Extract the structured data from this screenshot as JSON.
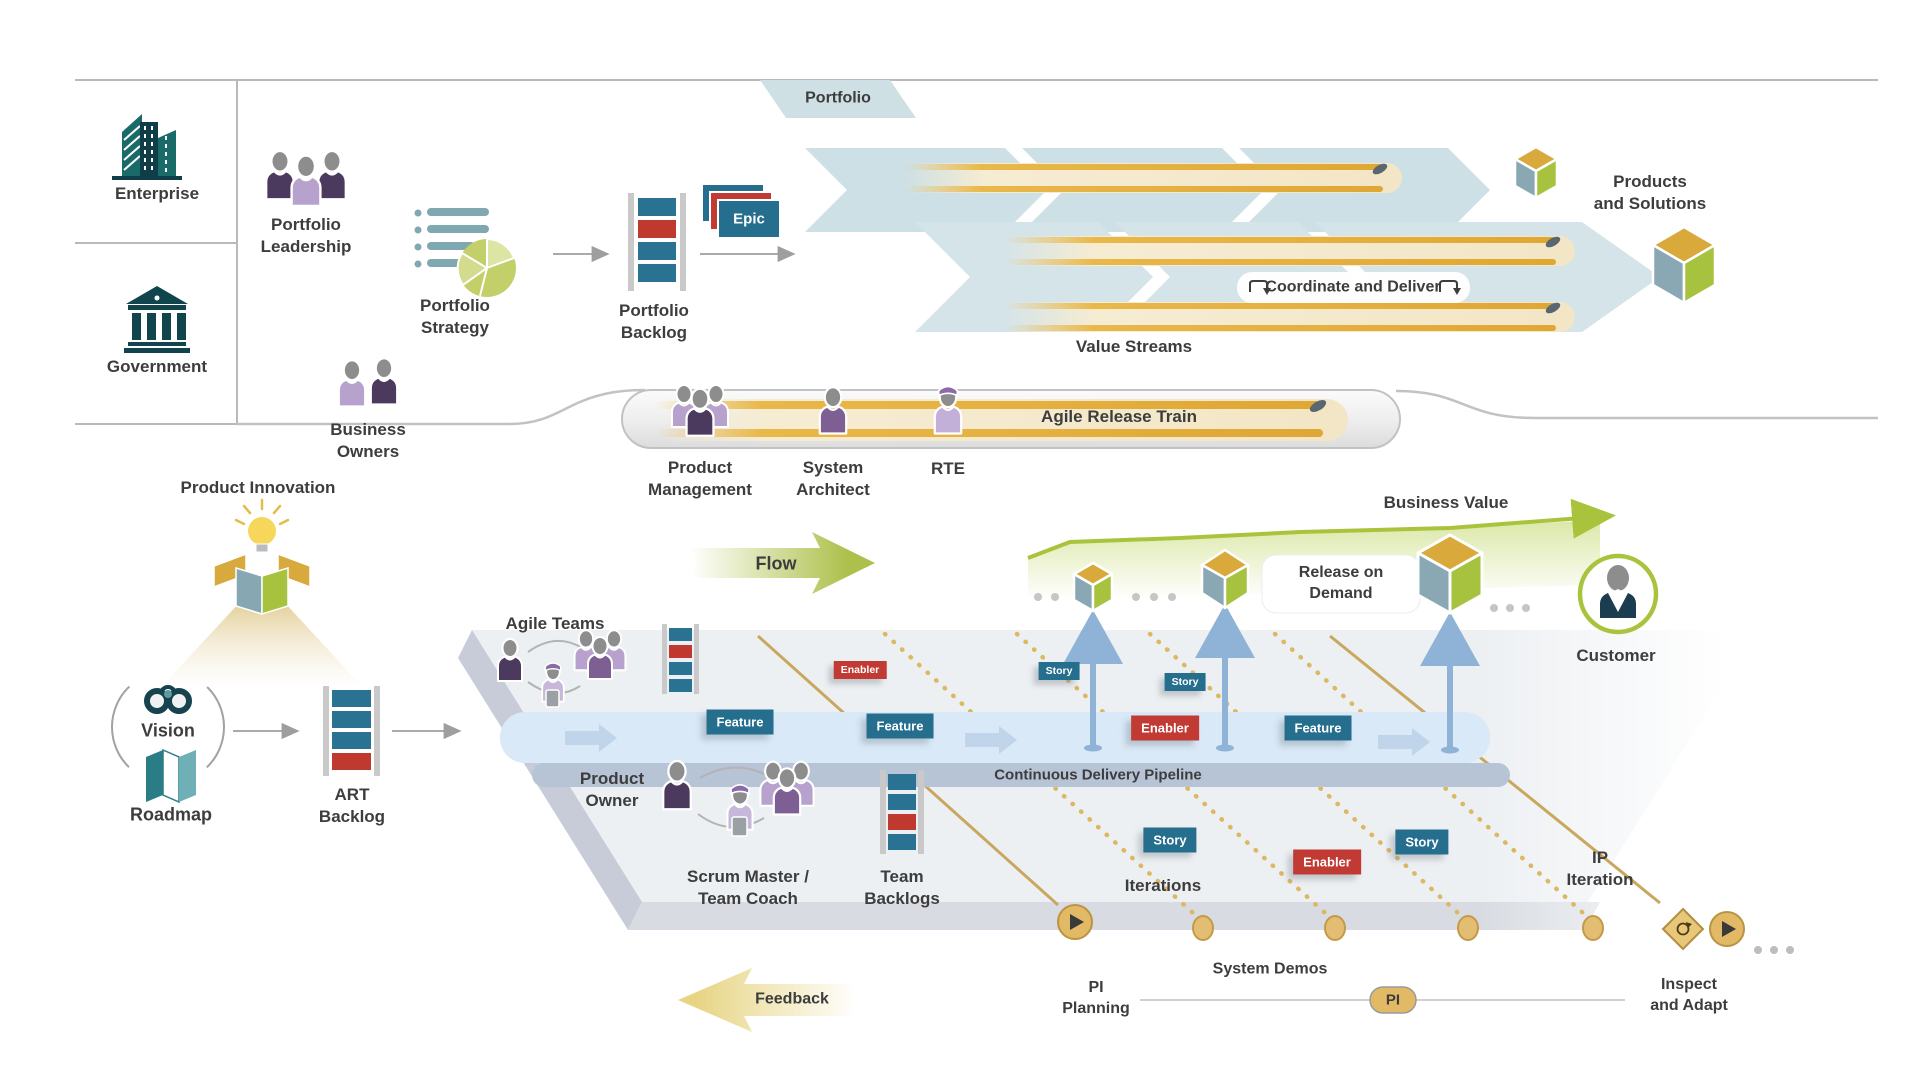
{
  "banner": {
    "portfolio": "Portfolio"
  },
  "left_column": {
    "enterprise": "Enterprise",
    "government": "Government"
  },
  "portfolio_level": {
    "leadership": "Portfolio\nLeadership",
    "strategy": "Portfolio\nStrategy",
    "backlog": "Portfolio\nBacklog",
    "epic": "Epic",
    "coordinate_and_deliver": "Coordinate and Deliver",
    "value_streams": "Value Streams",
    "products_and_solutions": "Products\nand Solutions",
    "business_owners": "Business\nOwners"
  },
  "art_level": {
    "agile_release_train": "Agile Release Train",
    "product_management": "Product\nManagement",
    "system_architect": "System\nArchitect",
    "rte": "RTE",
    "flow": "Flow",
    "business_value": "Business Value",
    "release_on_demand": "Release on\nDemand",
    "customer": "Customer"
  },
  "team_level": {
    "product_innovation": "Product Innovation",
    "vision": "Vision",
    "roadmap": "Roadmap",
    "art_backlog": "ART\nBacklog",
    "agile_teams": "Agile Teams",
    "product_owner": "Product\nOwner",
    "scrum_master": "Scrum Master /\nTeam Coach",
    "team_backlogs": "Team\nBacklogs",
    "continuous_delivery_pipeline": "Continuous Delivery Pipeline",
    "iterations": "Iterations",
    "ip_iteration": "IP\nIteration"
  },
  "events": {
    "pi_planning": "PI\nPlanning",
    "system_demos": "System Demos",
    "pi": "PI",
    "inspect_and_adapt": "Inspect\nand Adapt",
    "feedback": "Feedback"
  },
  "chips": {
    "feature": "Feature",
    "enabler": "Enabler",
    "story": "Story"
  },
  "colors": {
    "chip_blue": "#266e8e",
    "chip_red": "#c13a33",
    "gold": "#e2b964",
    "olive_green": "#a9c43c",
    "teal": "#11454e",
    "chevron_blue": "#cde0e5",
    "band_blue": "#d9e9f7",
    "pipeline_gray": "#b7c4d6",
    "lavender": "#b6a2cd",
    "purple_dark": "#4c3a5e",
    "purple_med": "#7e5f93",
    "cube_top": "#d9a93c",
    "cube_left": "#8aa8b4",
    "cube_right": "#a6c23f"
  }
}
